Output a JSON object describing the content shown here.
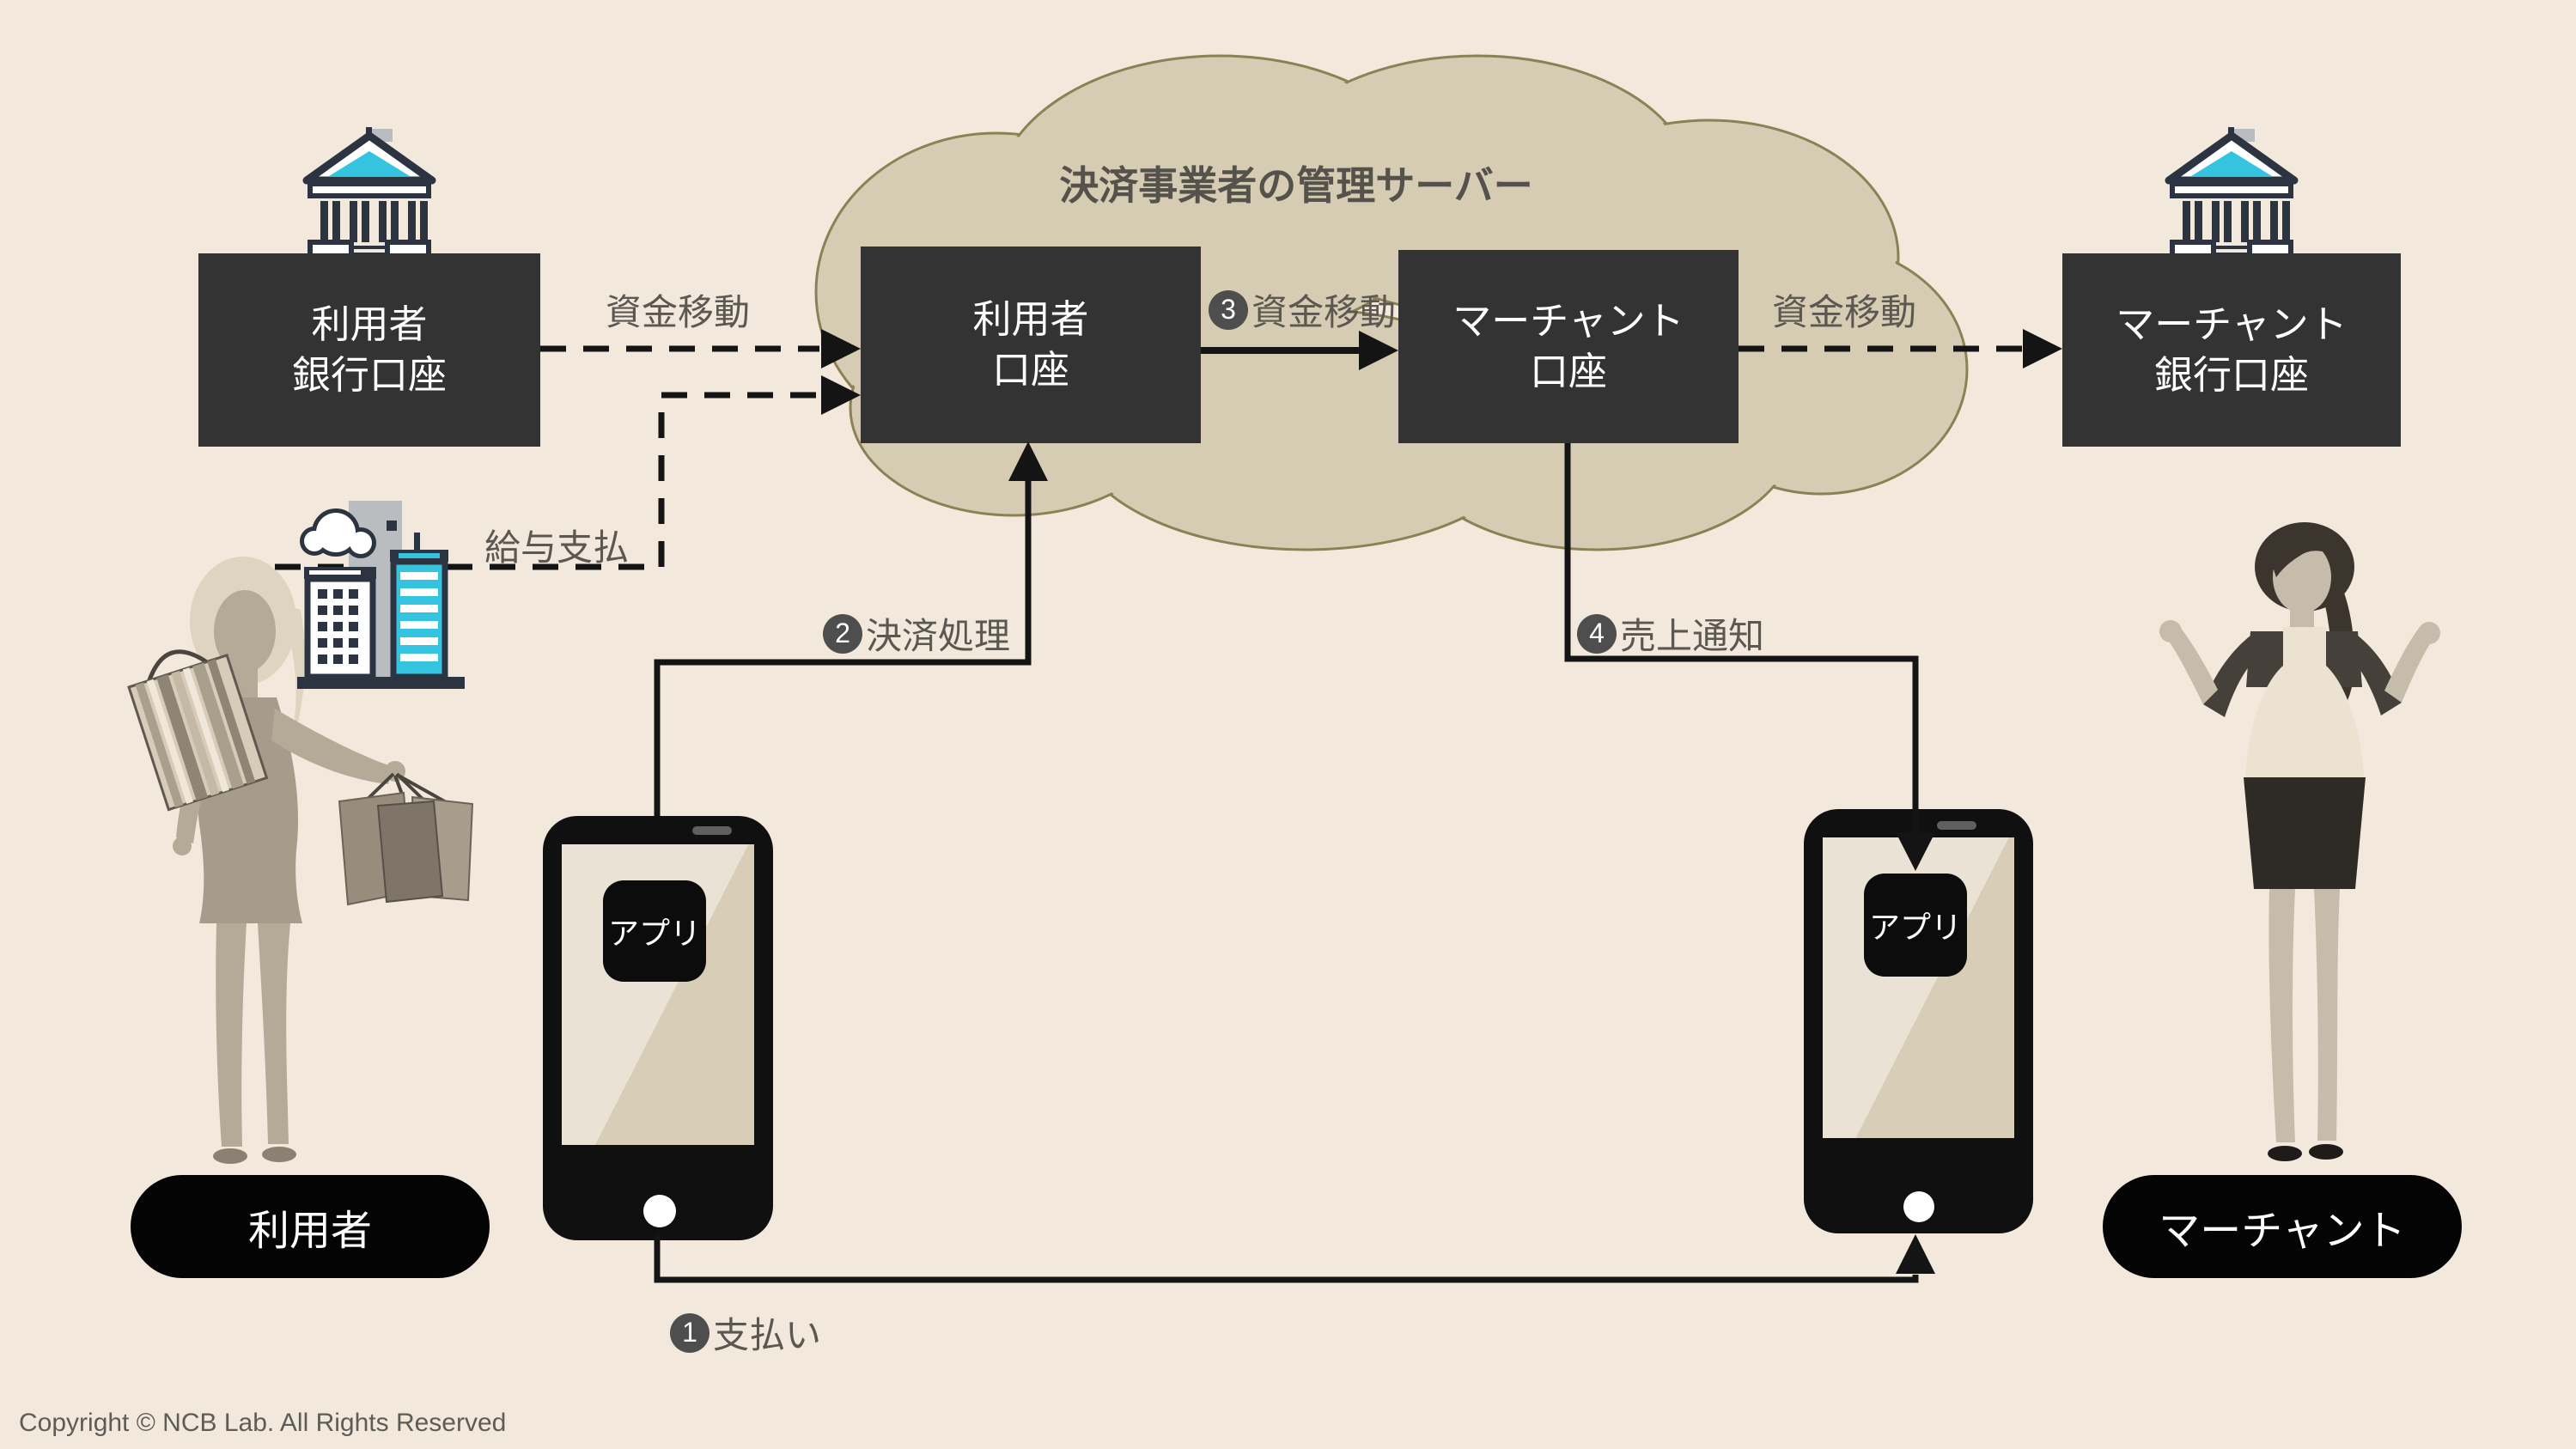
{
  "title": "決済事業者の管理サーバー",
  "boxes": {
    "user_bank": {
      "line1": "利用者",
      "line2": "銀行口座"
    },
    "user_account": {
      "line1": "利用者",
      "line2": "口座"
    },
    "merchant_account": {
      "line1": "マーチャント",
      "line2": "口座"
    },
    "merchant_bank": {
      "line1": "マーチャント",
      "line2": "銀行口座"
    }
  },
  "labels": {
    "fund_transfer": "資金移動",
    "salary": "給与支払"
  },
  "steps": {
    "s1": {
      "num": "1",
      "label": "支払い"
    },
    "s2": {
      "num": "2",
      "label": "決済処理"
    },
    "s3": {
      "num": "3",
      "label": "資金移動"
    },
    "s4": {
      "num": "4",
      "label": "売上通知"
    }
  },
  "phones": {
    "app_label": "アプリ"
  },
  "badges": {
    "user": "利用者",
    "merchant": "マーチャント"
  },
  "footer": {
    "copyright": "Copyright © NCB Lab. All Rights Reserved"
  },
  "icons": {
    "bank": "classical-bank-building",
    "company": "office-buildings-with-smoke",
    "cloud": "server-cloud",
    "smartphone": "smartphone-with-app",
    "person_left": "shopper-woman",
    "person_right": "merchant-woman"
  },
  "colors": {
    "background": "#f2e9dc",
    "cloud_fill": "#d5ccb3",
    "cloud_border": "#8a8254",
    "box_fill": "#333333",
    "line": "#141414",
    "label_gray": "#5b5751",
    "accent_cyan": "#35c4e0",
    "icon_dark": "#2b3440"
  }
}
